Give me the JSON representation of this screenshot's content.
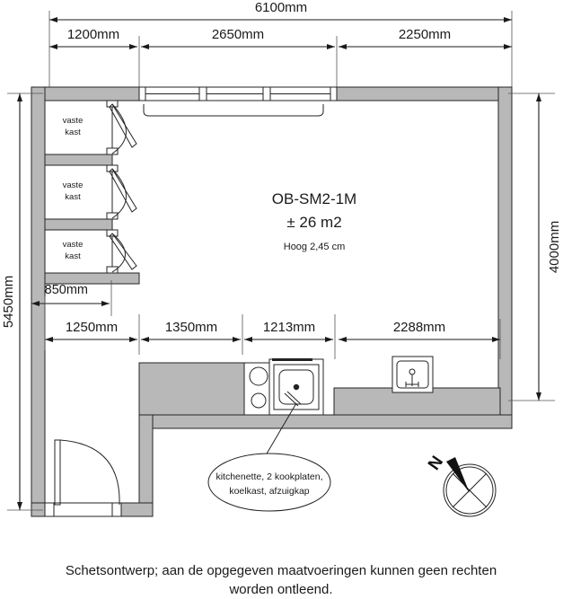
{
  "drawing": {
    "room_code": "OB-SM2-1M",
    "room_area": "± 26 m2",
    "room_height": "Hoog 2,45 cm",
    "caption_line1": "Schetsontwerp; aan de opgegeven maatvoeringen kunnen geen rechten",
    "caption_line2": "worden ontleend."
  },
  "dimensions": {
    "top_overall": "6100mm",
    "top_seg_1": "1200mm",
    "top_seg_2": "2650mm",
    "top_seg_3": "2250mm",
    "left_overall": "5450mm",
    "right_overall": "4000mm",
    "inner_850": "850mm",
    "bottom_seg_1": "1250mm",
    "bottom_seg_2": "1350mm",
    "bottom_seg_3": "1213mm",
    "bottom_seg_4": "2288mm"
  },
  "cabinets": [
    {
      "line1": "vaste",
      "line2": "kast"
    },
    {
      "line1": "vaste",
      "line2": "kast"
    },
    {
      "line1": "vaste",
      "line2": "kast"
    }
  ],
  "callout": {
    "line1": "kitchenette, 2 kookplaten,",
    "line2": "koelkast, afzuigkap"
  },
  "compass": {
    "north_label": "N"
  },
  "colors": {
    "wall_fill": "#b8b8b8",
    "outline": "#232323",
    "background": "#ffffff",
    "text": "#1a1a1a"
  }
}
